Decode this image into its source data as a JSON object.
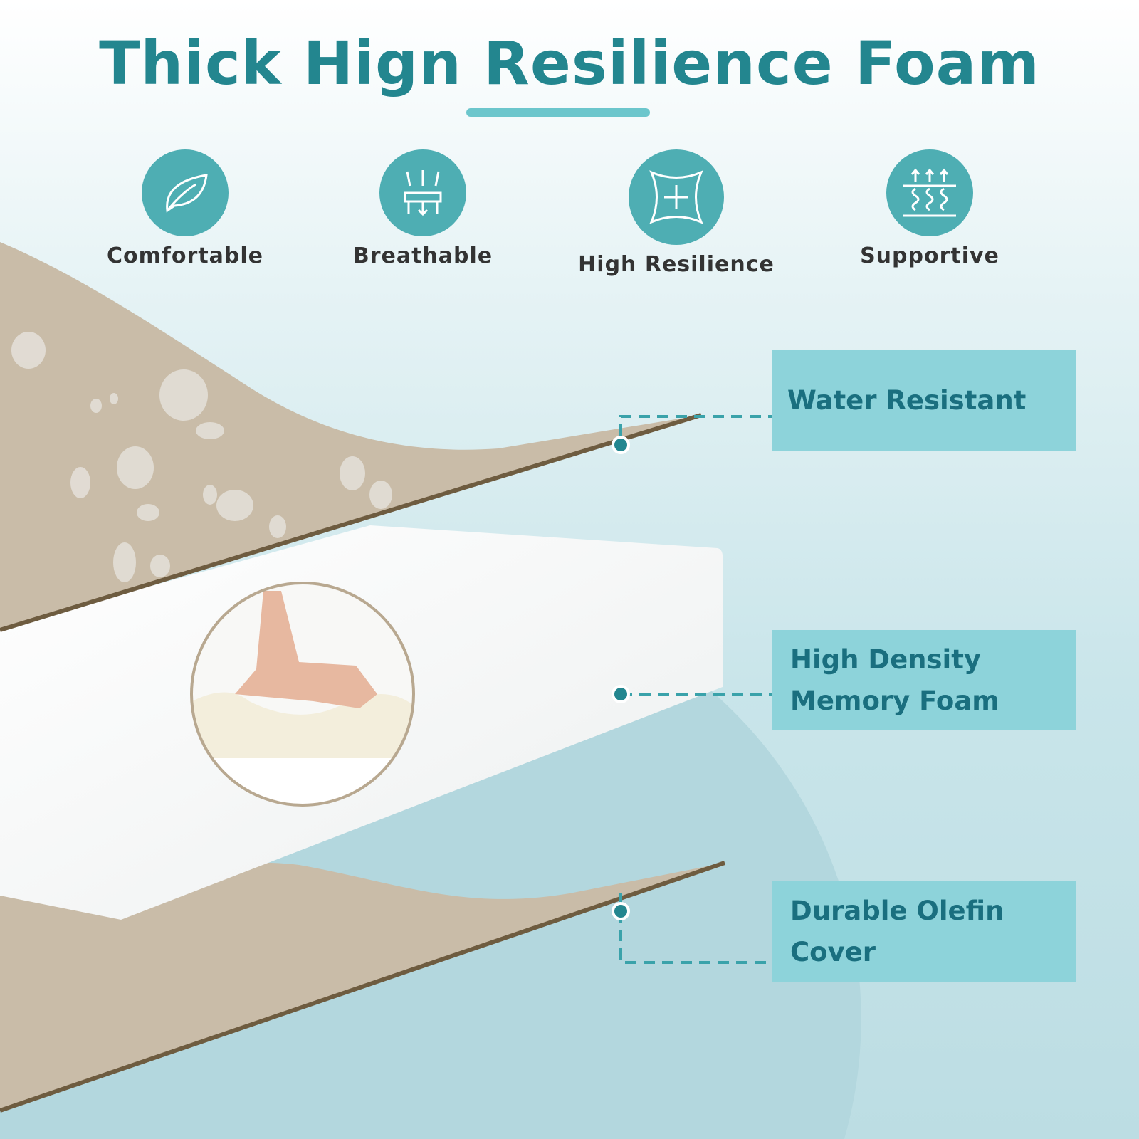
{
  "title": "Thick Hign Resilience Foam",
  "features": [
    {
      "label": "Comfortable",
      "icon": "leaf-icon"
    },
    {
      "label": "Breathable",
      "icon": "airflow-icon"
    },
    {
      "label": "High Resilience",
      "icon": "expanding-cushion-icon"
    },
    {
      "label": "Supportive",
      "icon": "springs-icon"
    }
  ],
  "callouts": [
    {
      "label": "Water Resistant"
    },
    {
      "label": "High Density Memory Foam"
    },
    {
      "label": "Durable Olefin Cover"
    }
  ],
  "colors": {
    "accent": "#23868f",
    "callout_bg": "#8dd3da",
    "fabric": "#c9bca8"
  }
}
